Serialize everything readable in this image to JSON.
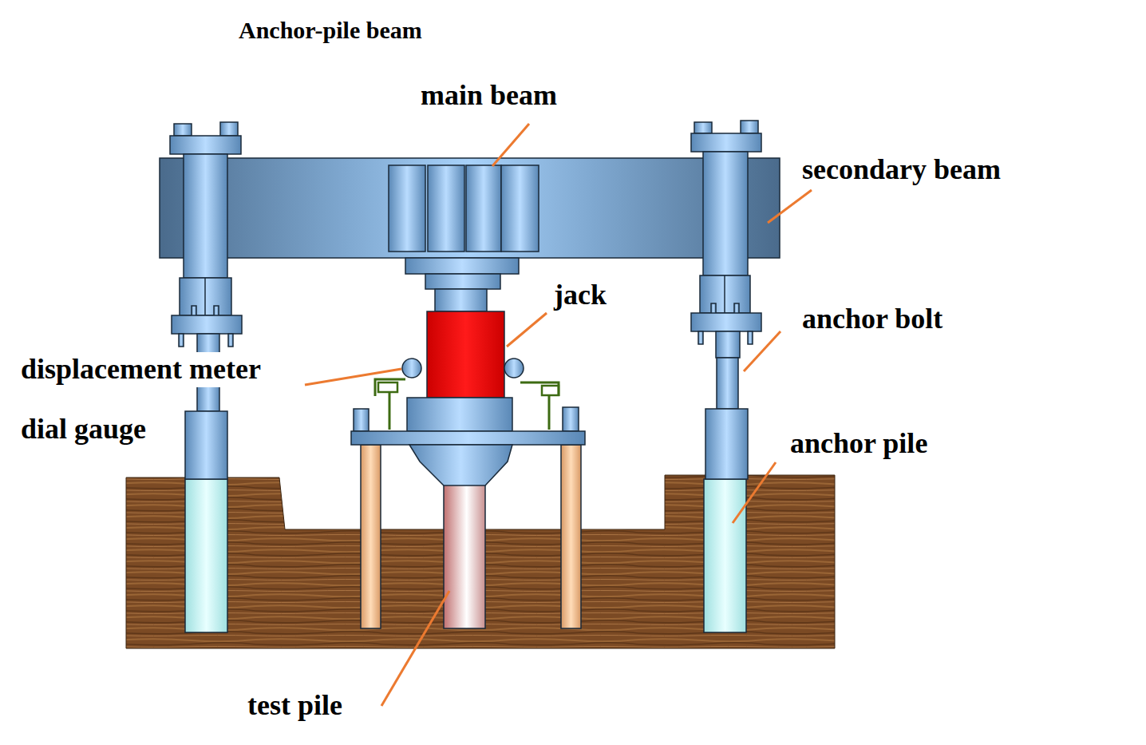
{
  "diagram": {
    "title": "Anchor-pile beam",
    "labels": [
      "main beam",
      "secondary beam",
      "jack",
      "anchor bolt",
      "displacement meter",
      "dial gauge",
      "anchor pile",
      "test pile"
    ]
  }
}
